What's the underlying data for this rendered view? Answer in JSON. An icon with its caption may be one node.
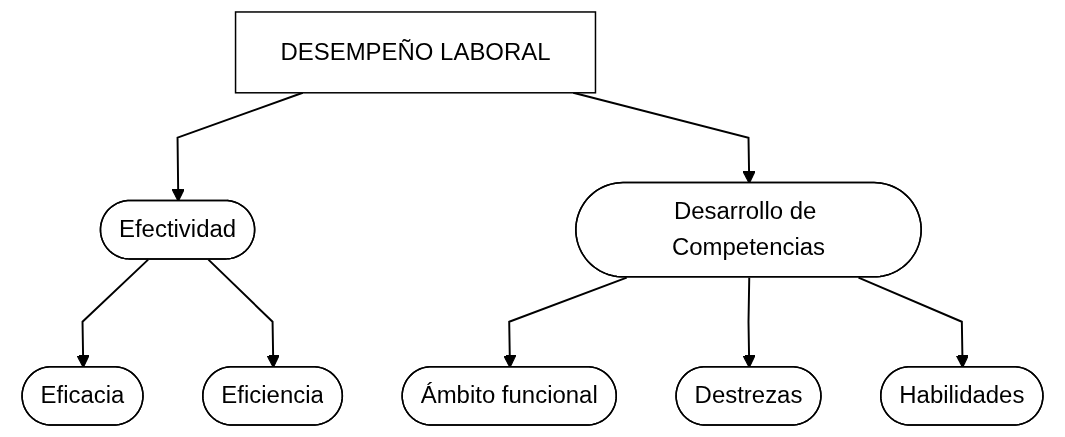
{
  "diagram": {
    "nodes": [
      {
        "text": [
          "DESEMPEÑO LABORAL"
        ]
      },
      {
        "text": [
          "Efectividad"
        ]
      },
      {
        "text": [
          "Desarrollo de Competencias"
        ]
      },
      {
        "text": [
          "Eficacia"
        ]
      },
      {
        "text": [
          "Eficiencia"
        ]
      },
      {
        "text": [
          "Ámbito funcional"
        ]
      },
      {
        "text": [
          "Destrezas"
        ]
      },
      {
        "text": [
          "Habilidades"
        ]
      }
    ],
    "edges": [
      {
        "from": 0,
        "to": 1,
        "arrow": "to"
      },
      {
        "from": 0,
        "to": 2,
        "arrow": "to"
      },
      {
        "from": 1,
        "to": 3,
        "arrow": "to"
      },
      {
        "from": 1,
        "to": 4,
        "arrow": "to"
      },
      {
        "from": 2,
        "to": 5,
        "arrow": "to"
      },
      {
        "from": 2,
        "to": 6,
        "arrow": "to"
      },
      {
        "from": 2,
        "to": 7,
        "arrow": "to"
      }
    ]
  }
}
